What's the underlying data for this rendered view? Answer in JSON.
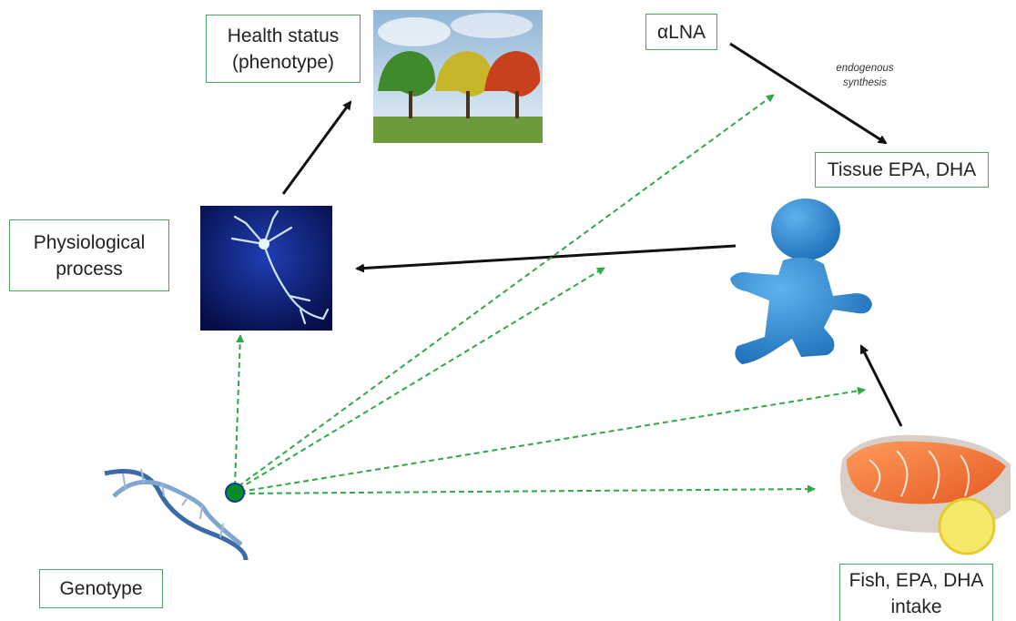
{
  "labels": {
    "health_status": "Health status\n(phenotype)",
    "alna": "αLNA",
    "endogenous": "endogenous\nsynthesis",
    "tissue": "Tissue EPA, DHA",
    "physiological": "Physiological\nprocess",
    "genotype": "Genotype",
    "fish_intake": "Fish, EPA, DHA\nintake"
  },
  "images": {
    "health": "trees-shaped-like-heads-image",
    "neuron": "neuron-cell-image",
    "person": "blue-person-figure",
    "dna": "dna-double-helix-image",
    "fish": "salmon-steak-with-lemon-image"
  },
  "colors": {
    "box_border": "#4aa35a",
    "dashed_arrow": "#2eaa48",
    "solid_arrow": "#111111",
    "genotype_node": "#0a8a2a",
    "person_blue": "#2e8ad1",
    "neuron_bg": "#0d1b6e",
    "salmon": "#f2743c"
  }
}
